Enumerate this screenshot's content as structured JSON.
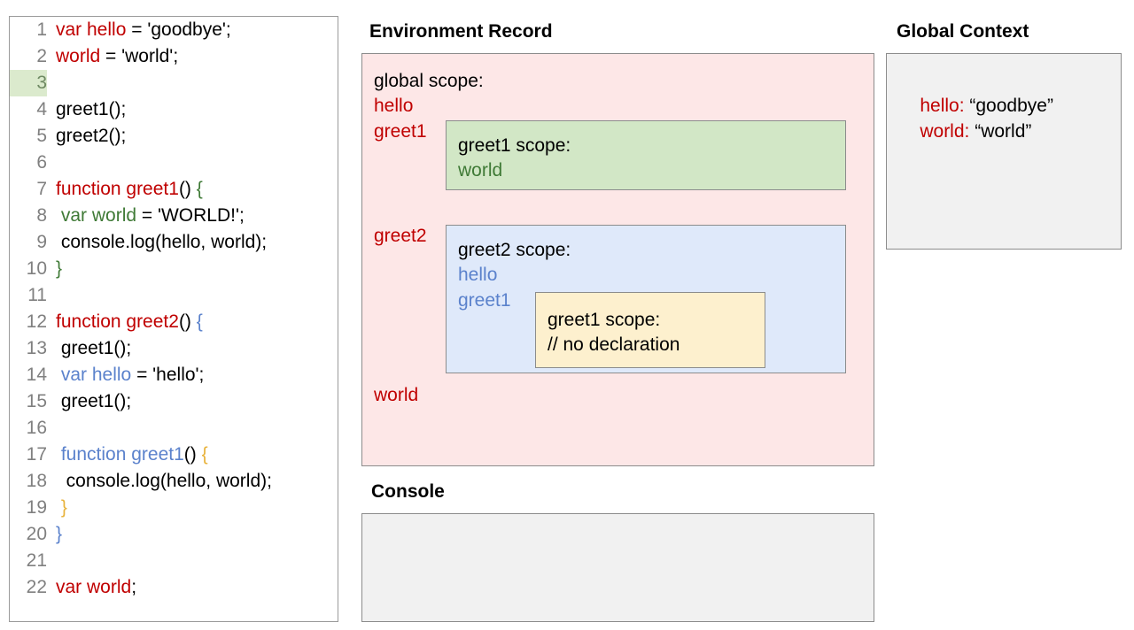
{
  "code_panel": {
    "lines": [
      {
        "num": "1",
        "highlight": false,
        "tokens": [
          {
            "t": "var hello",
            "c": "red"
          },
          {
            "t": " = 'goodbye';",
            "c": "black"
          }
        ]
      },
      {
        "num": "2",
        "highlight": false,
        "tokens": [
          {
            "t": "world",
            "c": "red"
          },
          {
            "t": " = 'world';",
            "c": "black"
          }
        ]
      },
      {
        "num": "3",
        "highlight": true,
        "tokens": [
          {
            "t": "",
            "c": "black"
          }
        ]
      },
      {
        "num": "4",
        "highlight": false,
        "tokens": [
          {
            "t": "greet1();",
            "c": "black"
          }
        ]
      },
      {
        "num": "5",
        "highlight": false,
        "tokens": [
          {
            "t": "greet2();",
            "c": "black"
          }
        ]
      },
      {
        "num": "6",
        "highlight": false,
        "tokens": [
          {
            "t": "",
            "c": "black"
          }
        ]
      },
      {
        "num": "7",
        "highlight": false,
        "tokens": [
          {
            "t": "function greet1",
            "c": "red"
          },
          {
            "t": "() ",
            "c": "black"
          },
          {
            "t": "{",
            "c": "green"
          }
        ]
      },
      {
        "num": "8",
        "highlight": false,
        "tokens": [
          {
            "t": " ",
            "c": "black"
          },
          {
            "t": "var world",
            "c": "green"
          },
          {
            "t": " = 'WORLD!';",
            "c": "black"
          }
        ]
      },
      {
        "num": "9",
        "highlight": false,
        "tokens": [
          {
            "t": " console.log(hello, world);",
            "c": "black"
          }
        ]
      },
      {
        "num": "10",
        "highlight": false,
        "tokens": [
          {
            "t": "}",
            "c": "green"
          }
        ]
      },
      {
        "num": "11",
        "highlight": false,
        "tokens": [
          {
            "t": "",
            "c": "black"
          }
        ]
      },
      {
        "num": "12",
        "highlight": false,
        "tokens": [
          {
            "t": "function greet2",
            "c": "red"
          },
          {
            "t": "() ",
            "c": "black"
          },
          {
            "t": "{",
            "c": "blue"
          }
        ]
      },
      {
        "num": "13",
        "highlight": false,
        "tokens": [
          {
            "t": " greet1();",
            "c": "black"
          }
        ]
      },
      {
        "num": "14",
        "highlight": false,
        "tokens": [
          {
            "t": " ",
            "c": "black"
          },
          {
            "t": "var hello",
            "c": "blue"
          },
          {
            "t": " = 'hello';",
            "c": "black"
          }
        ]
      },
      {
        "num": "15",
        "highlight": false,
        "tokens": [
          {
            "t": " greet1();",
            "c": "black"
          }
        ]
      },
      {
        "num": "16",
        "highlight": false,
        "tokens": [
          {
            "t": "",
            "c": "black"
          }
        ]
      },
      {
        "num": "17",
        "highlight": false,
        "tokens": [
          {
            "t": " ",
            "c": "black"
          },
          {
            "t": "function greet1",
            "c": "blue"
          },
          {
            "t": "() ",
            "c": "black"
          },
          {
            "t": "{",
            "c": "yellow"
          }
        ]
      },
      {
        "num": "18",
        "highlight": false,
        "tokens": [
          {
            "t": "  console.log(hello, world);",
            "c": "black"
          }
        ]
      },
      {
        "num": "19",
        "highlight": false,
        "tokens": [
          {
            "t": " ",
            "c": "black"
          },
          {
            "t": "}",
            "c": "yellow"
          }
        ]
      },
      {
        "num": "20",
        "highlight": false,
        "tokens": [
          {
            "t": "}",
            "c": "blue"
          }
        ]
      },
      {
        "num": "21",
        "highlight": false,
        "tokens": [
          {
            "t": "",
            "c": "black"
          }
        ]
      },
      {
        "num": "22",
        "highlight": false,
        "tokens": [
          {
            "t": "var world",
            "c": "red"
          },
          {
            "t": ";",
            "c": "black"
          }
        ]
      }
    ]
  },
  "environment_record": {
    "title": "Environment Record",
    "global_scope_label": "global scope:",
    "global_vars": [
      "hello",
      "greet1",
      "greet2",
      "world"
    ],
    "greet1_scope": {
      "heading": "greet1 scope:",
      "vars": [
        "world"
      ]
    },
    "greet2_scope": {
      "heading": "greet2 scope:",
      "vars": [
        "hello",
        "greet1"
      ],
      "inner_greet1_scope": {
        "heading": "greet1 scope:",
        "note": "// no declaration"
      }
    }
  },
  "global_context": {
    "title": "Global Context",
    "entries": [
      {
        "key": "hello:",
        "value": " “goodbye”"
      },
      {
        "key": "world:",
        "value": " “world”"
      }
    ]
  },
  "console": {
    "title": "Console",
    "lines": []
  },
  "colors": {
    "red": "#c00000",
    "blue": "#5b82cc",
    "green": "#3f7a36",
    "yellow": "#e8b23a",
    "pink_panel": "#fde7e7",
    "green_box": "#d2e7c6",
    "blue_box": "#dfe9fa",
    "yellow_box": "#fdf0ce",
    "gray_box": "#f1f1f1",
    "border": "#8c8c8c",
    "line_number": "#808080",
    "line_highlight": "#dbeacd"
  }
}
